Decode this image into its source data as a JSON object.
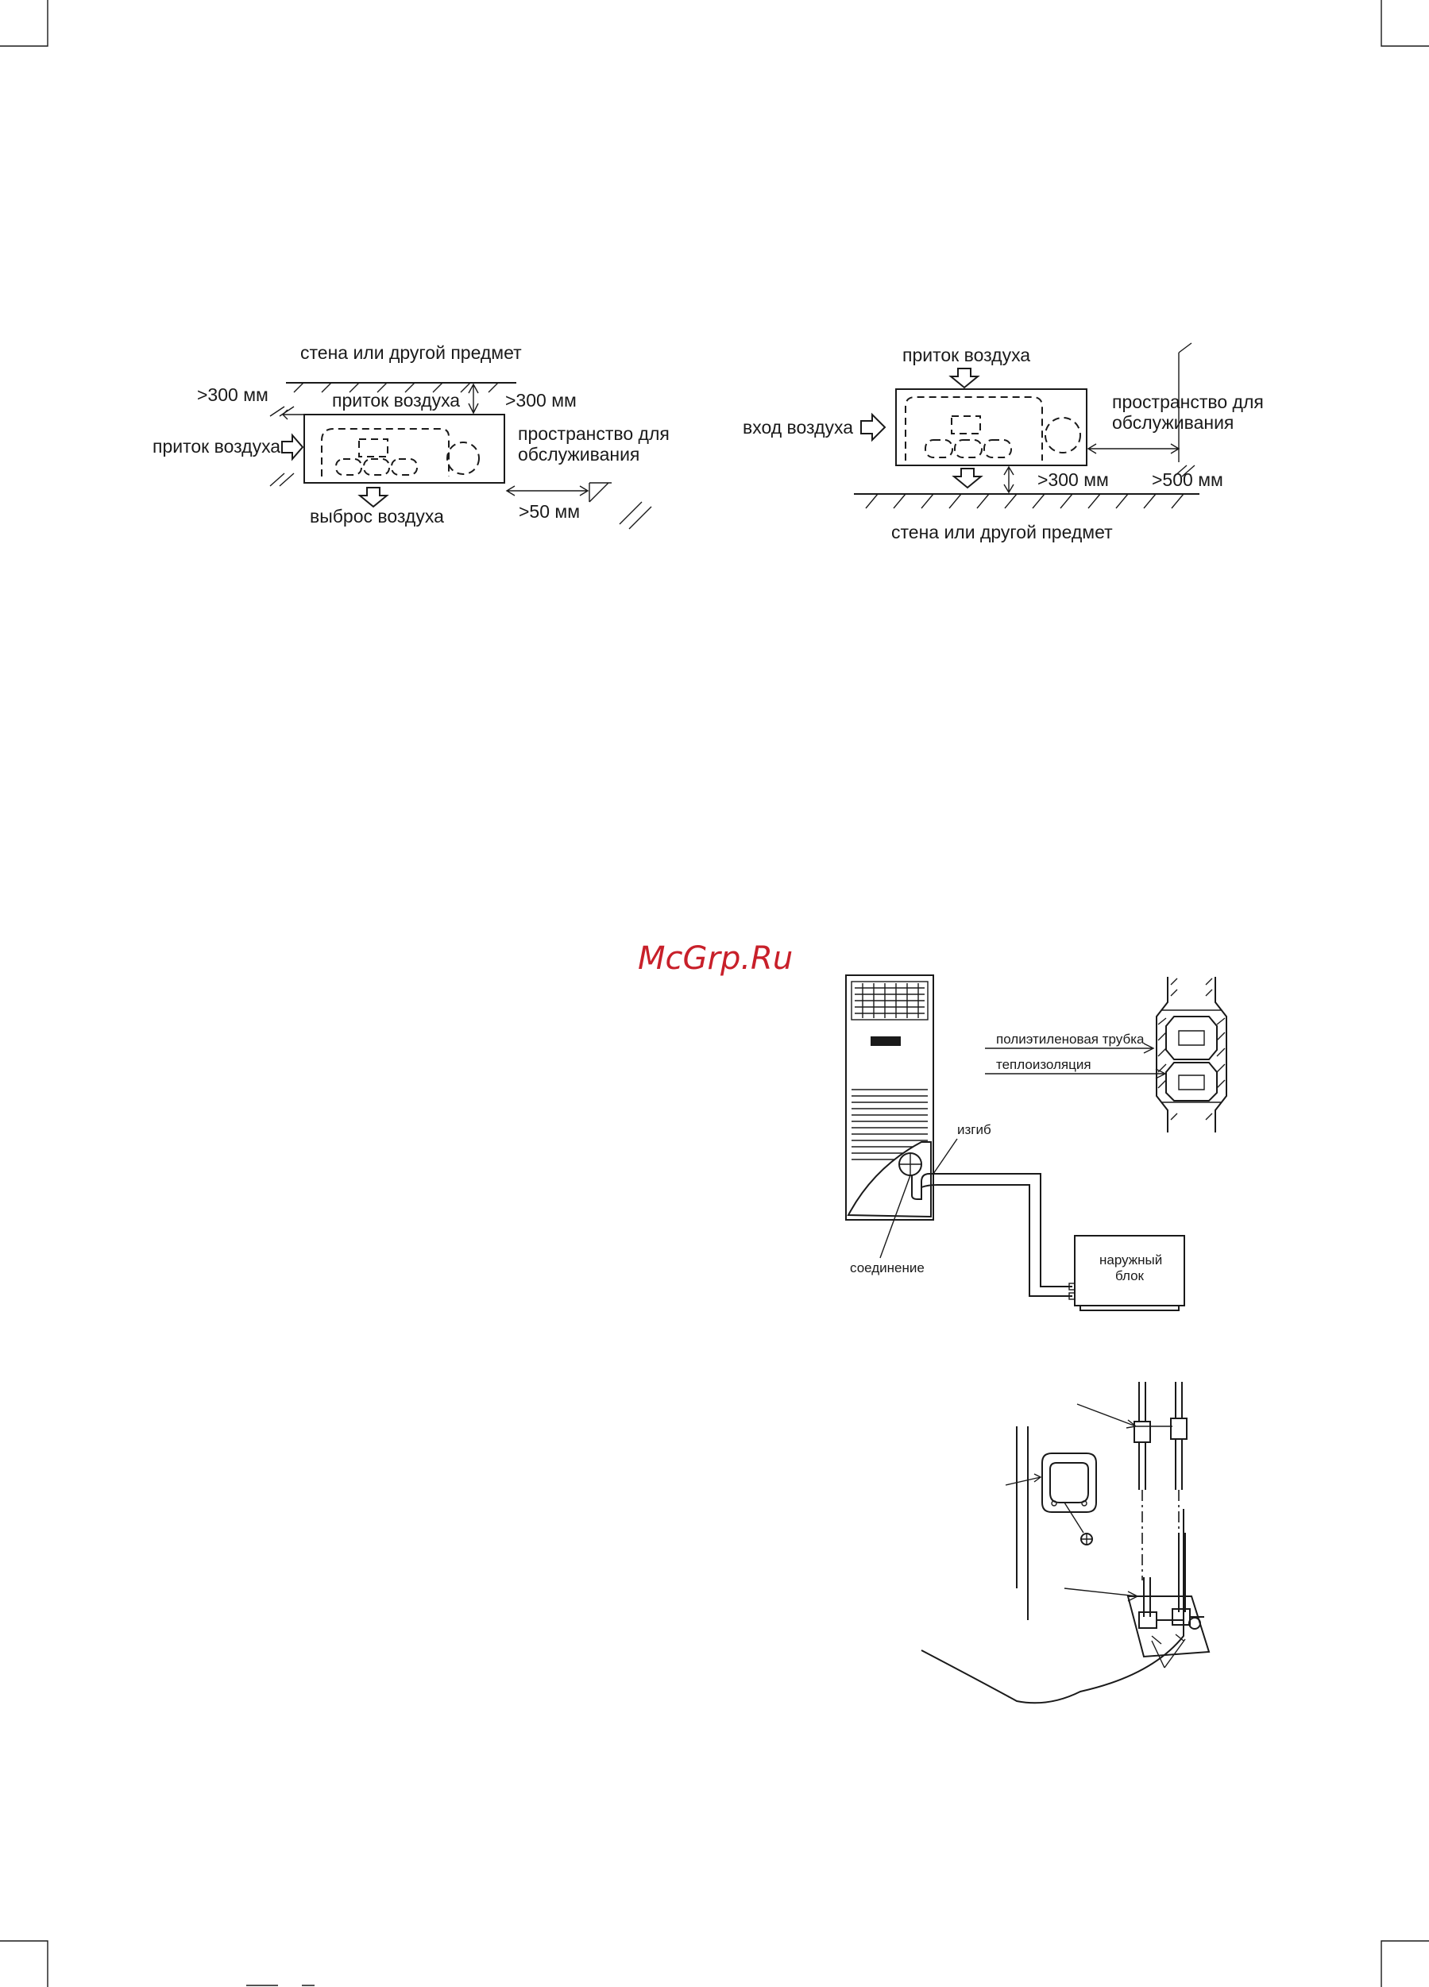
{
  "watermark": "McGrp.Ru",
  "fig1": {
    "wall_label": "стена или другой предмет",
    "clearance_left": ">300 мм",
    "clearance_top": ">300 мм",
    "air_intake_top": "приток воздуха",
    "air_intake_left": "приток воздуха",
    "service_space_line1": "пространство для",
    "service_space_line2": "обслуживания",
    "air_discharge": "выброс воздуха",
    "clearance_right": ">50 мм"
  },
  "fig2": {
    "air_intake_top": "приток воздуха",
    "air_inlet": "вход воздуха",
    "service_space_line1": "пространство для",
    "service_space_line2": "обслуживания",
    "clearance_bottom": ">300 мм",
    "clearance_right": ">500 мм",
    "wall_label": "стена или другой предмет"
  },
  "fig3": {
    "pipe_label": "полиэтиленовая трубка",
    "insulation_label": "теплоизоляция",
    "bend_label": "изгиб",
    "joint_label": "соединение",
    "outdoor_unit_line1": "наружный",
    "outdoor_unit_line2": "блок"
  },
  "fig4": {}
}
